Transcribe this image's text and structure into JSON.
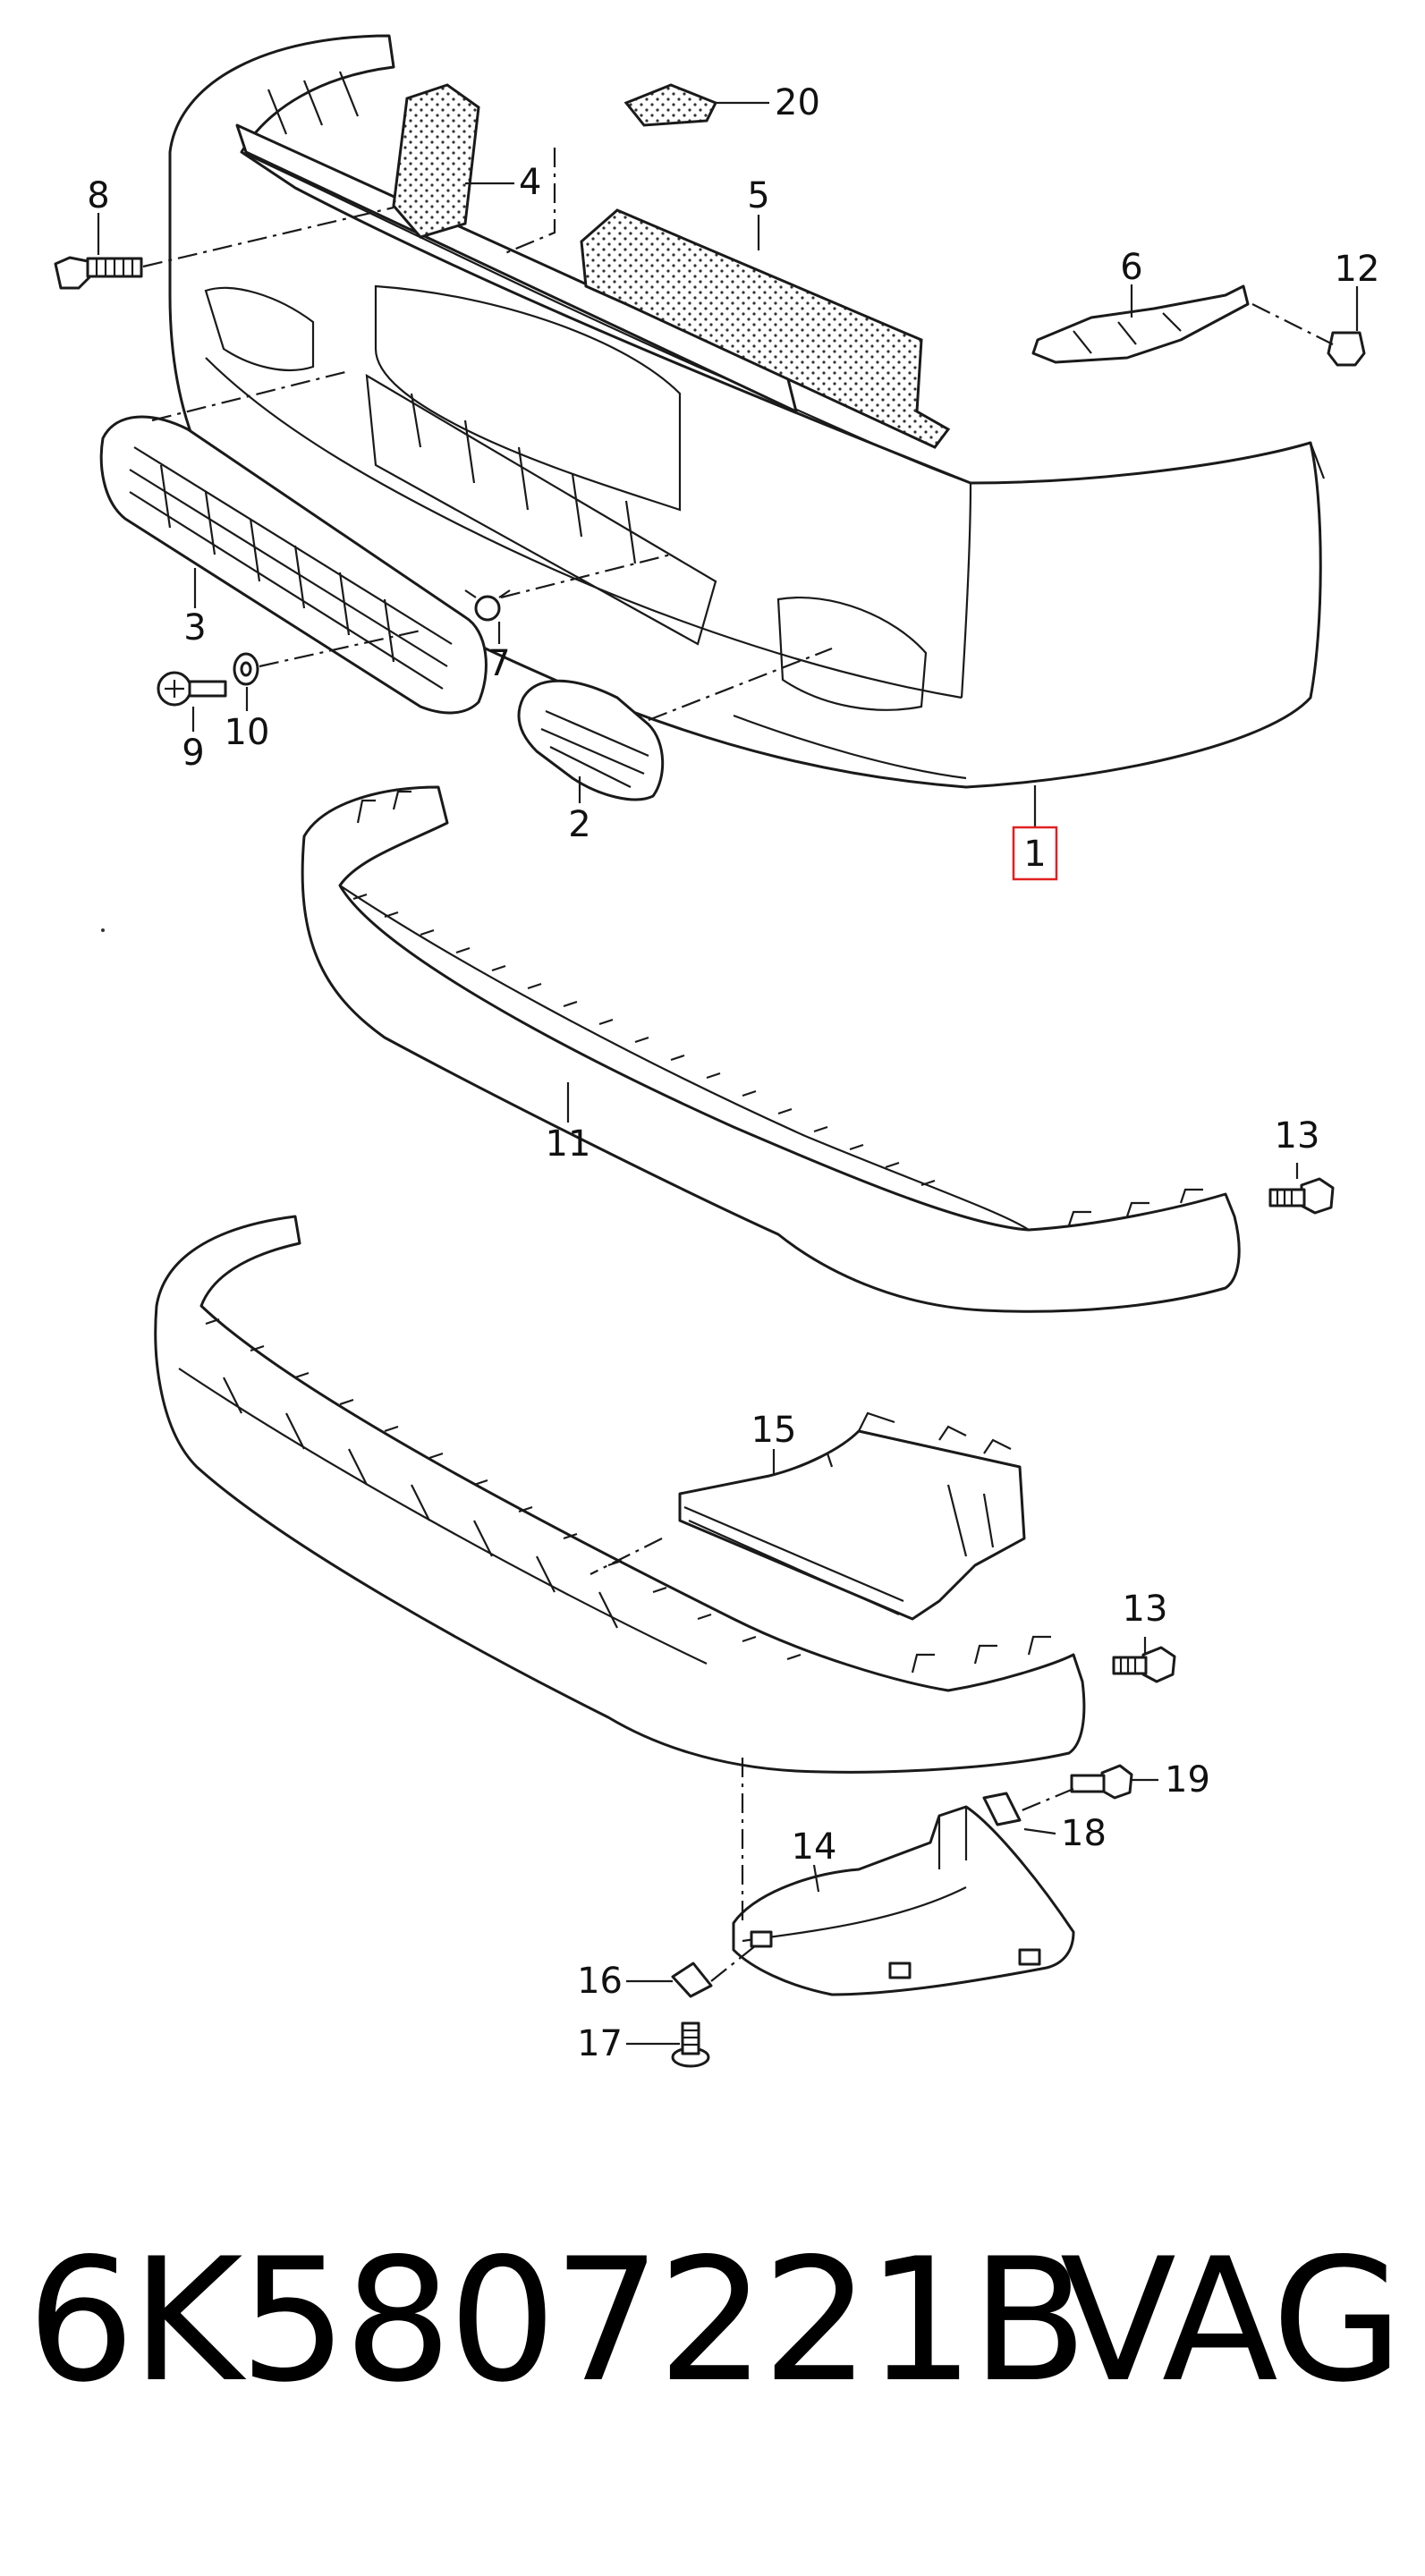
{
  "diagram": {
    "callouts": [
      "1",
      "2",
      "3",
      "4",
      "5",
      "6",
      "7",
      "8",
      "9",
      "10",
      "11",
      "12",
      "13",
      "13",
      "14",
      "15",
      "16",
      "17",
      "18",
      "19",
      "20"
    ],
    "highlighted_part": "1",
    "highlight_color": "#e02020"
  },
  "footer": {
    "part_number": "6K5807221B",
    "brand": "VAG"
  }
}
